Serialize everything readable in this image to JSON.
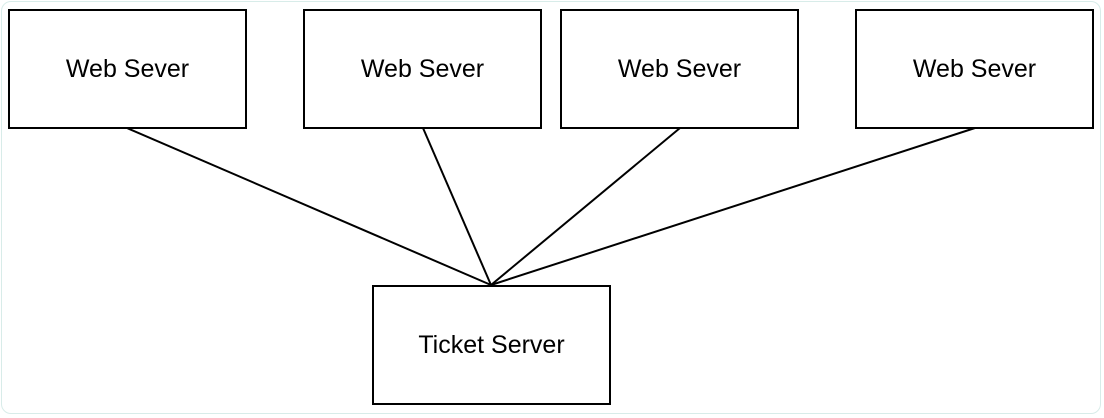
{
  "web_servers": [
    {
      "label": "Web Sever"
    },
    {
      "label": "Web Sever"
    },
    {
      "label": "Web Sever"
    },
    {
      "label": "Web Sever"
    }
  ],
  "ticket_server": {
    "label": "Ticket Server"
  },
  "colors": {
    "stroke": "#000000",
    "background": "#ffffff",
    "frame": "#d8ece9"
  }
}
